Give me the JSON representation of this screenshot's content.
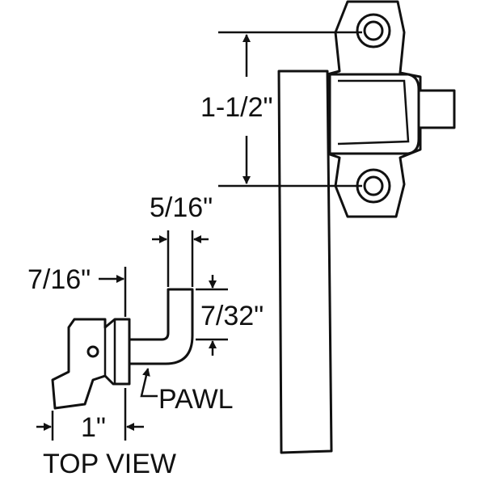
{
  "dimensions": {
    "hole_spacing": "1-1/2\"",
    "pawl_width": "5/16\"",
    "offset": "7/16\"",
    "pawl_thickness": "7/32\"",
    "base_width": "1\""
  },
  "labels": {
    "pawl": "PAWL",
    "view": "TOP VIEW"
  },
  "colors": {
    "line": "#111111",
    "background": "#ffffff"
  }
}
